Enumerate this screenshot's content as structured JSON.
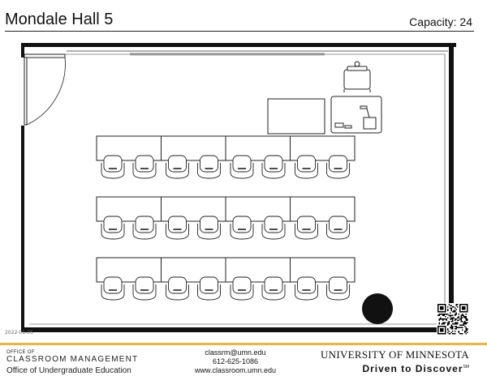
{
  "header": {
    "room_name": "Mondale Hall 5",
    "capacity": "Capacity: 24"
  },
  "plan": {
    "date_stamp": "2022-01-05",
    "table_rows": 3,
    "tables_per_row": 4,
    "chairs_per_table": 2,
    "furniture": [
      "door",
      "projector-cart",
      "projection-screen",
      "instructor-station",
      "lectern-column",
      "table",
      "chair",
      "qr-code"
    ]
  },
  "footer": {
    "office_of": "OFFICE OF",
    "classroom_management": "CLASSROOM MANAGEMENT",
    "undergrad_education": "Office of Undergraduate Education",
    "email": "classrm@umn.edu",
    "phone": "612-625-1086",
    "website": "www.classroom.umn.edu",
    "university": "UNIVERSITY OF MINNESOTA",
    "tagline": "Driven to Discover",
    "tagline_mark": "SM"
  },
  "colors": {
    "accent_gold": "#f2b33d",
    "wall": "#111111"
  }
}
